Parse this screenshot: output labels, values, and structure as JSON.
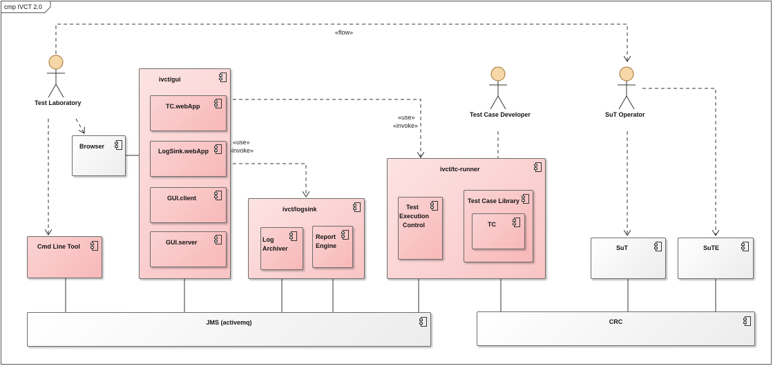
{
  "diagram": {
    "frame_title": "cmp IVCT 2.0",
    "actors": {
      "test_laboratory": "Test Laboratory",
      "test_case_developer": "Test Case Developer",
      "sut_operator": "SuT Operator"
    },
    "components": {
      "browser": "Browser",
      "cmd_line_tool": "Cmd Line Tool",
      "gui": "ivct/gui",
      "tc_webapp": "TC.webApp",
      "logsink_webapp": "LogSink.webApp",
      "gui_client": "GUI.client",
      "gui_server": "GUI.server",
      "logsink": "ivct/logsink",
      "log_archiver_1": "Log",
      "log_archiver_2": "Archiver",
      "report_engine_1": "Report",
      "report_engine_2": "Engine",
      "tc_runner": "ivct/tc-runner",
      "test_execution_control_1": "Test",
      "test_execution_control_2": "Execution",
      "test_execution_control_3": "Control",
      "test_case_library": "Test Case Library",
      "tc": "TC",
      "sut": "SuT",
      "sute": "SuTE",
      "jms": "JMS (activemq)",
      "crc": "CRC"
    },
    "stereotypes": {
      "flow": "«flow»",
      "use_gui": "«use»",
      "invoke_gui": "«invoke»",
      "use_runner": "«use»",
      "invoke_runner": "«invoke»"
    }
  }
}
